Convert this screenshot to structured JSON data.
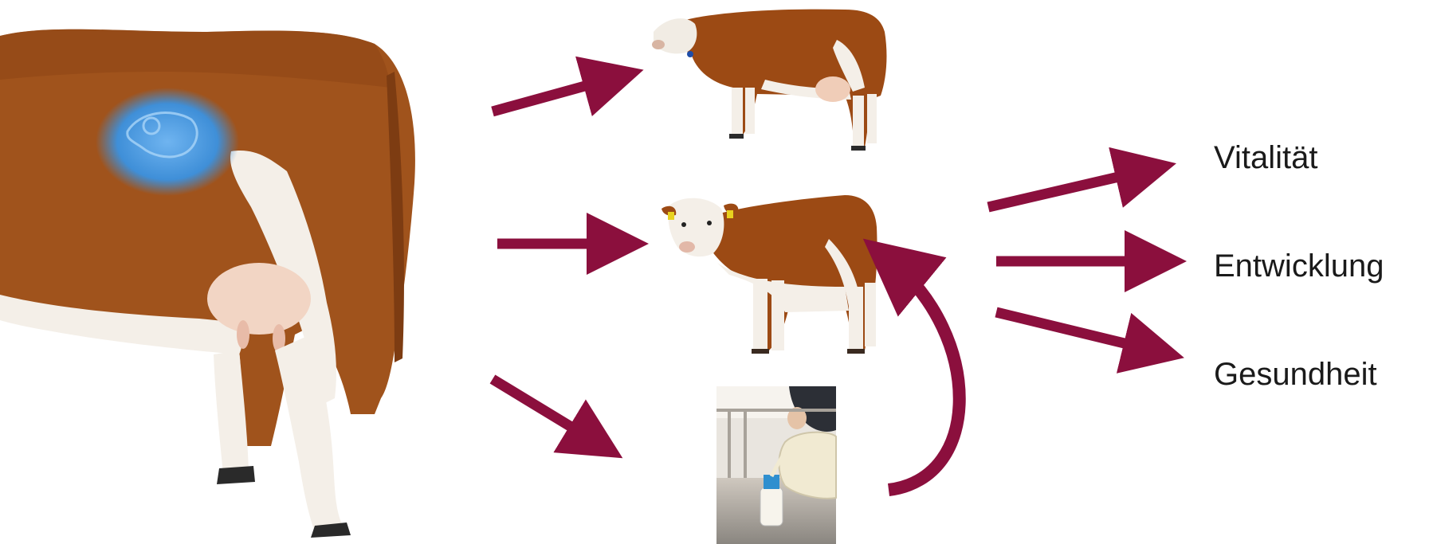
{
  "outcomes": {
    "vitality": "Vitalität",
    "development": "Entwicklung",
    "health": "Gesundheit"
  },
  "colors": {
    "arrow": "#8b0f3d",
    "cow_brown": "#a0531c",
    "cow_white": "#f4efe8",
    "uterus_blue": "#3f8fd8",
    "milk": "#f1ead2"
  },
  "icons": {
    "pregnant_cow": "pregnant-cow-with-fetus-illustration",
    "adult_cow": "adult-cow-photo",
    "calf": "calf-photo",
    "milk_feeding": "colostrum-bottle-feeding-photo"
  }
}
